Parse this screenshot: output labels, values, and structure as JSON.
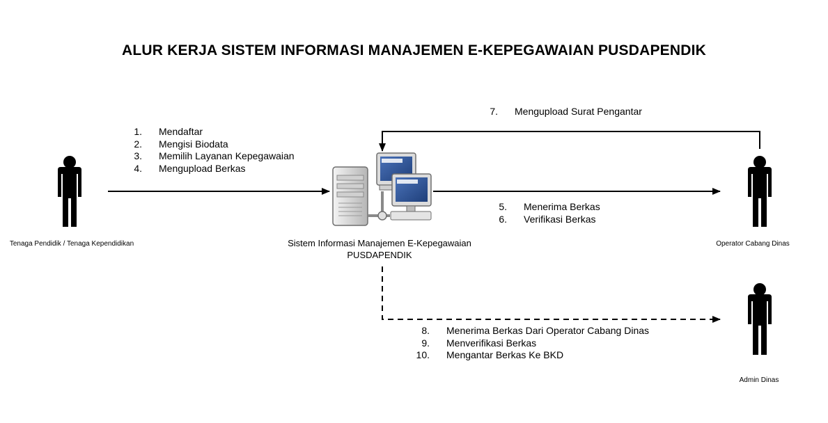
{
  "title": "ALUR KERJA SISTEM INFORMASI MANAJEMEN E-KEPEGAWAIAN PUSDAPENDIK",
  "actors": {
    "tenaga": {
      "label": "Tenaga Pendidik / Tenaga Kependidikan",
      "icon": "person-icon"
    },
    "operator": {
      "label": "Operator Cabang Dinas",
      "icon": "person-icon"
    },
    "admin": {
      "label": "Admin Dinas",
      "icon": "person-icon"
    }
  },
  "system": {
    "label_line1": "Sistem Informasi Manajemen E-Kepegawaian",
    "label_line2": "PUSDAPENDIK",
    "icon": "server-computers-icon"
  },
  "step_groups": {
    "registration": [
      {
        "num": "1.",
        "text": "Mendaftar"
      },
      {
        "num": "2.",
        "text": "Mengisi Biodata"
      },
      {
        "num": "3.",
        "text": "Memilih Layanan Kepegawaian"
      },
      {
        "num": "4.",
        "text": "Mengupload Berkas"
      }
    ],
    "operator_review": [
      {
        "num": "5.",
        "text": "Menerima Berkas"
      },
      {
        "num": "6.",
        "text": "Verifikasi Berkas"
      }
    ],
    "cover_letter": [
      {
        "num": "7.",
        "text": "Mengupload Surat Pengantar"
      }
    ],
    "admin_process": [
      {
        "num": "8.",
        "text": "Menerima Berkas Dari Operator Cabang Dinas"
      },
      {
        "num": "9.",
        "text": "Menverifikasi Berkas"
      },
      {
        "num": "10.",
        "text": "Mengantar Berkas Ke BKD"
      }
    ]
  },
  "colors": {
    "screen": "#2f5597",
    "case_light": "#e8e8e8",
    "case_dark": "#8a8a8a",
    "line": "#000000"
  }
}
